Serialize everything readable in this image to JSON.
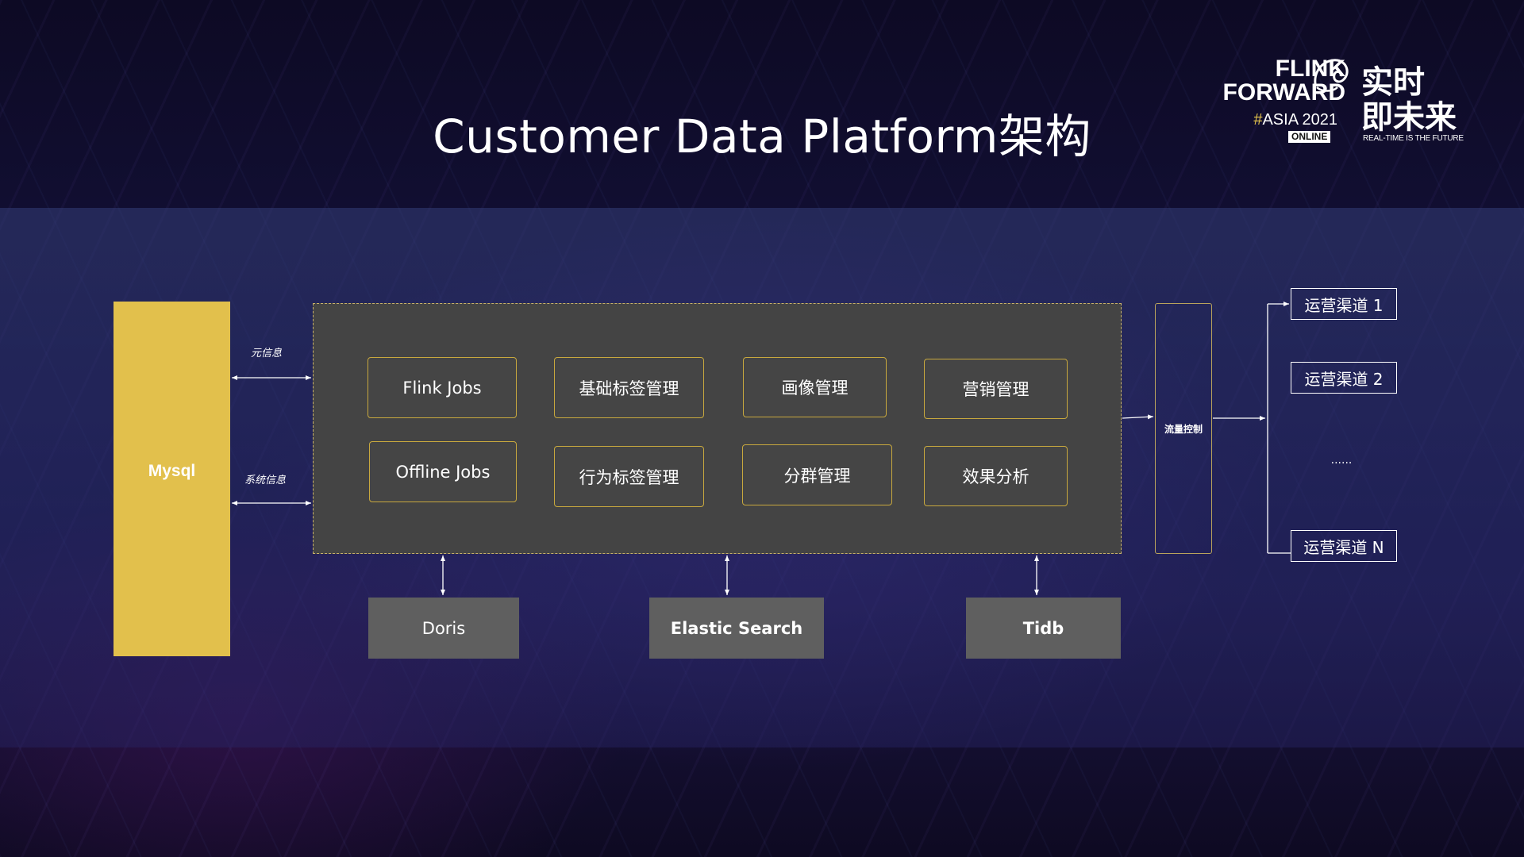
{
  "title": "Customer Data Platform架构",
  "logo": {
    "line1": "FLINK",
    "line2": "FORWARD",
    "hash": "#",
    "event": "ASIA 2021",
    "online": "ONLINE",
    "cn_line1": "实时",
    "cn_line2": "即未来",
    "tagline": "REAL-TIME IS THE FUTURE"
  },
  "diagram": {
    "source": "Mysql",
    "edge_top": "元信息",
    "edge_bottom": "系统信息",
    "jobs": [
      "Flink Jobs",
      "基础标签管理",
      "画像管理",
      "营销管理",
      "Offline Jobs",
      "行为标签管理",
      "分群管理",
      "效果分析"
    ],
    "stores": [
      "Doris",
      "Elastic Search",
      "Tidb"
    ],
    "flow_control": "流量控制",
    "channels": [
      "运营渠道 1",
      "运营渠道 2",
      "运营渠道 N"
    ],
    "ellipsis": "......"
  },
  "colors": {
    "mysql": "#e2c04c",
    "main_box": "#444444",
    "job_border": "#c8a83e",
    "store": "#5f5f5f"
  }
}
